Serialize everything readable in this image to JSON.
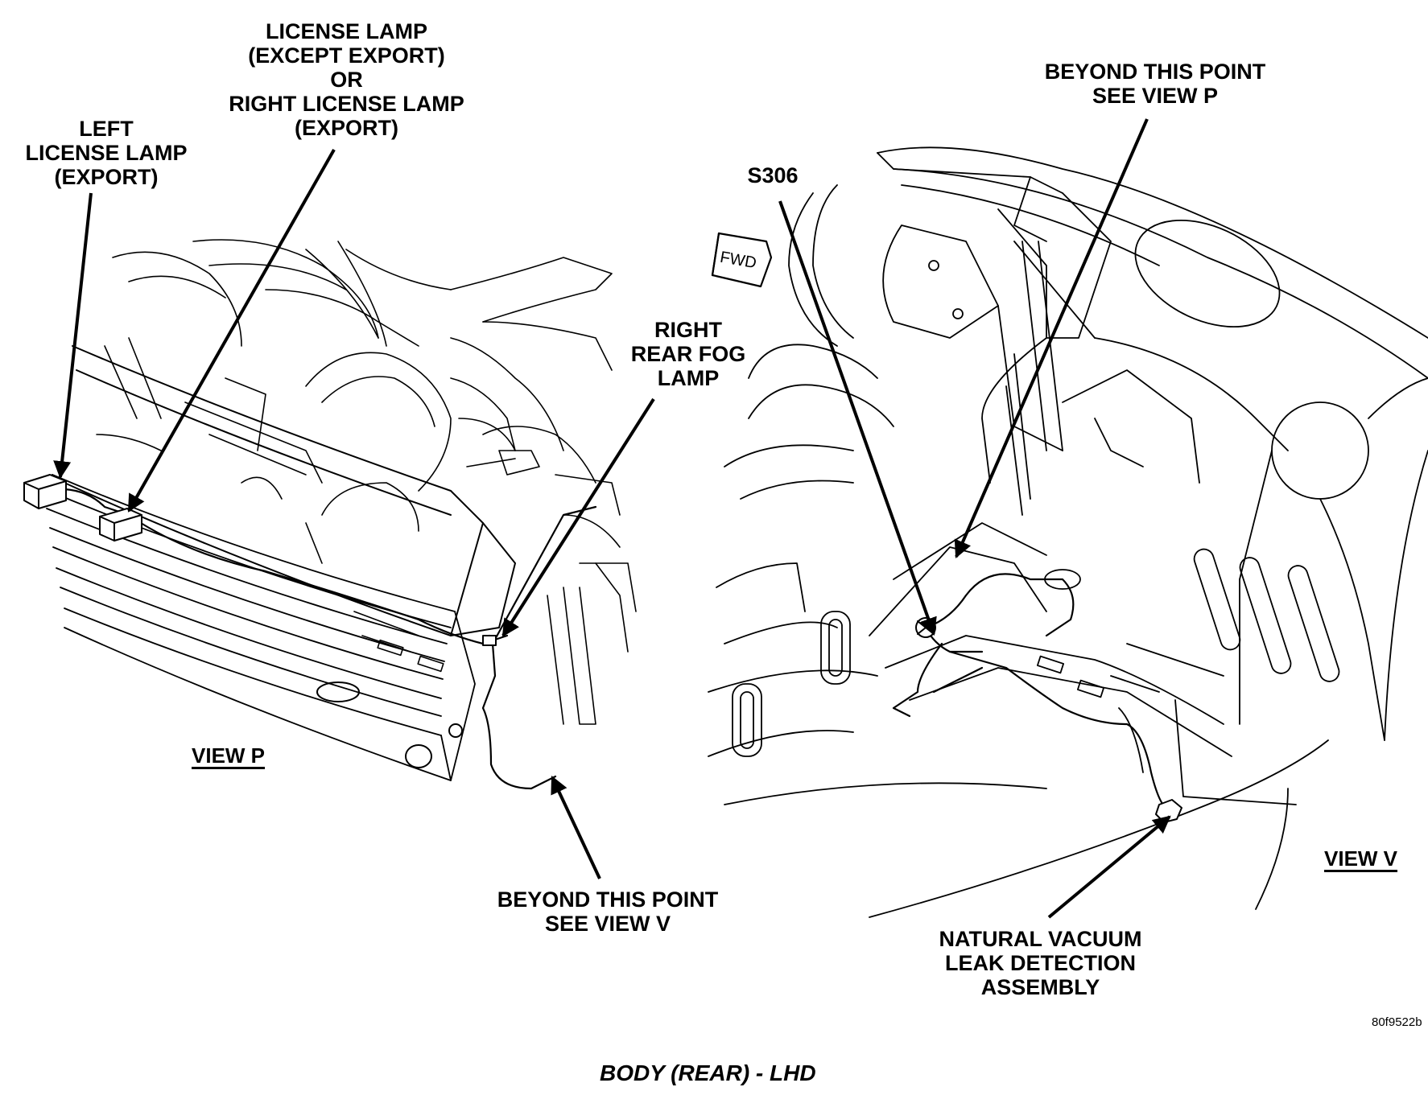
{
  "labels": {
    "license_lamp": [
      "LICENSE LAMP",
      "(EXCEPT EXPORT)",
      "OR",
      "RIGHT LICENSE LAMP",
      "(EXPORT)"
    ],
    "left_license_lamp": [
      "LEFT",
      "LICENSE LAMP",
      "(EXPORT)"
    ],
    "right_rear_fog_lamp": [
      "RIGHT",
      "REAR FOG",
      "LAMP"
    ],
    "beyond_see_view_v": [
      "BEYOND THIS POINT",
      "SEE VIEW  V"
    ],
    "beyond_see_view_p": [
      "BEYOND THIS POINT",
      "SEE VIEW  P"
    ],
    "splice": "S306",
    "nvld_assembly": [
      "NATURAL VACUUM",
      "LEAK DETECTION",
      "ASSEMBLY"
    ],
    "fwd": "FWD"
  },
  "views": {
    "left": "VIEW P",
    "right": "VIEW V"
  },
  "figure_code": "80f9522b",
  "caption": "BODY (REAR) - LHD",
  "colors": {
    "ink": "#000000",
    "paper": "#ffffff"
  }
}
